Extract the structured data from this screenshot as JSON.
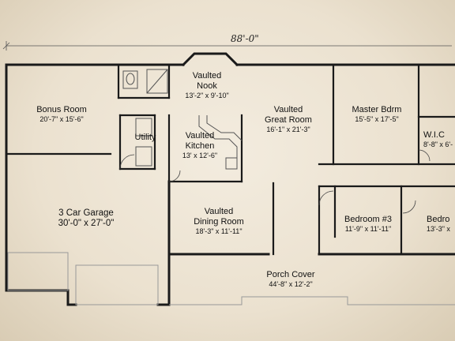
{
  "overall_width": "88'-0\"",
  "rooms": {
    "bonus_room": {
      "name": "Bonus Room",
      "size": "20'-7\" x 15'-6\""
    },
    "vaulted_nook": {
      "name1": "Vaulted",
      "name2": "Nook",
      "size": "13'-2\" x 9'-10\""
    },
    "great_room": {
      "name1": "Vaulted",
      "name2": "Great Room",
      "size": "16'-1\" x 21'-3\""
    },
    "master": {
      "name": "Master Bdrm",
      "size": "15'-5\" x 17'-5\""
    },
    "wic": {
      "name": "W.I.C",
      "size": "8'-8\" x 6'-"
    },
    "utility": {
      "name": "Utility"
    },
    "kitchen": {
      "name1": "Vaulted",
      "name2": "Kitchen",
      "size": "13' x 12'-6\""
    },
    "garage": {
      "name": "3 Car Garage",
      "size": "30'-0\" x 27'-0\""
    },
    "dining": {
      "name1": "Vaulted",
      "name2": "Dining Room",
      "size": "18'-3\" x 11'-11\""
    },
    "bedroom3": {
      "name": "Bedroom #3",
      "size": "11'-9\" x 11'-11\""
    },
    "bedroom2": {
      "name": "Bedro",
      "size": "13'-3\" x"
    },
    "porch": {
      "name": "Porch Cover",
      "size": "44'-8\" x 12'-2\""
    }
  },
  "colors": {
    "wall": "#1a1a1a",
    "paper": "#ece3d2",
    "fixture": "#555555"
  }
}
